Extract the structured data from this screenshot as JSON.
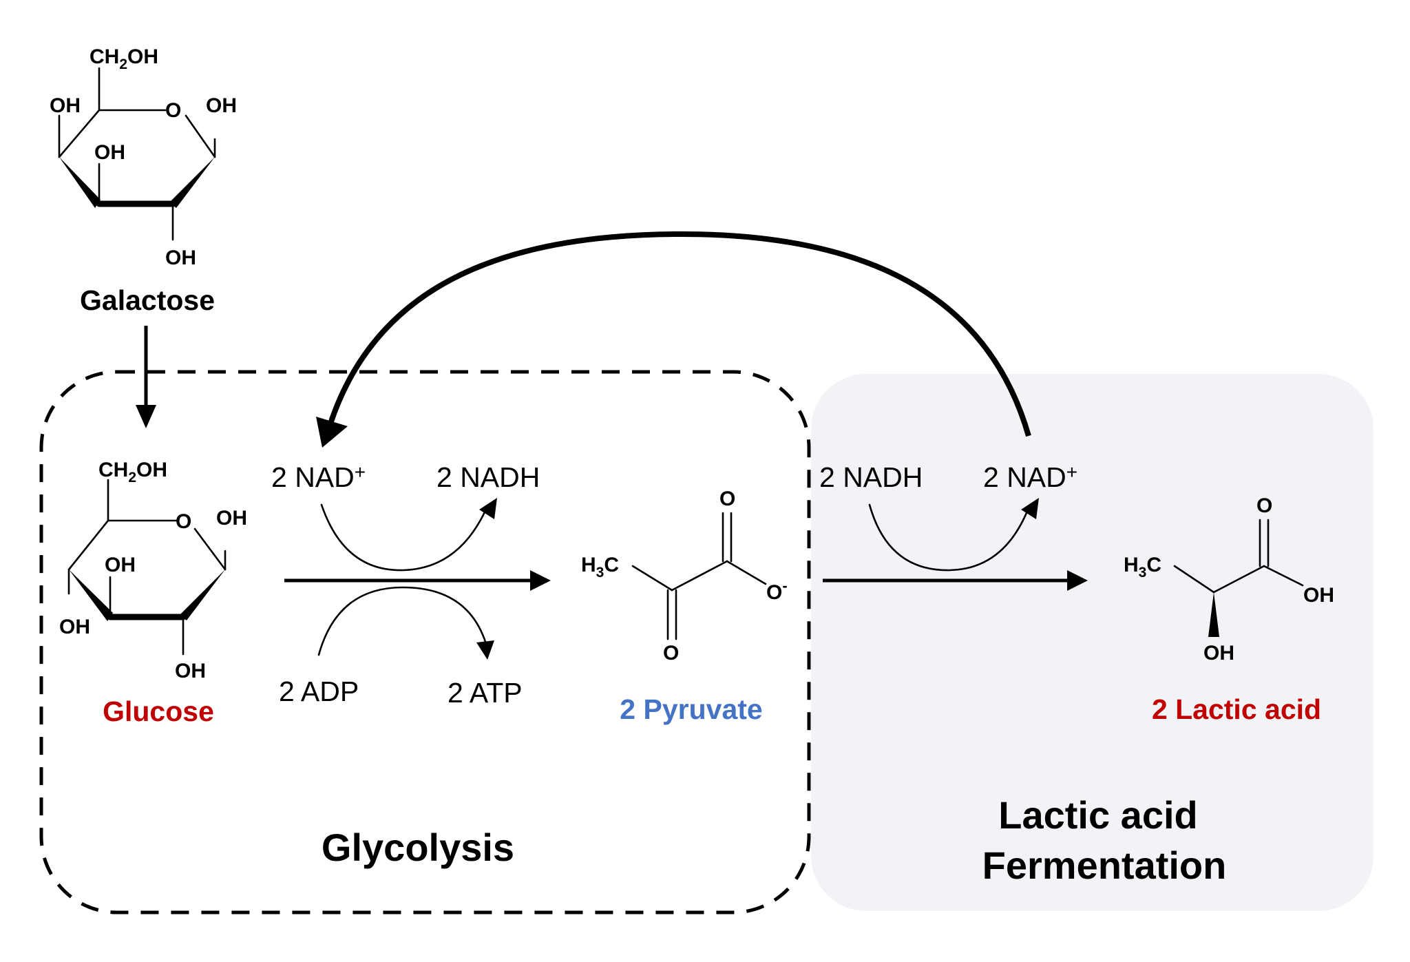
{
  "labels": {
    "galactose_name": "Galactose",
    "glucose_name": "Glucose",
    "pyruvate_name": "2 Pyruvate",
    "lactic_name": "2 Lactic acid",
    "glycolysis": "Glycolysis",
    "fermentation_line1": "Lactic acid",
    "fermentation_line2": "Fermentation"
  },
  "cofactors": {
    "glycolysis_nad": "2 NAD",
    "glycolysis_nadh": "2 NADH",
    "glycolysis_adp": "2 ADP",
    "glycolysis_atp": "2 ATP",
    "ferm_nadh": "2 NADH",
    "ferm_nad": "2 NAD",
    "plus_sign": "+"
  },
  "atoms": {
    "oh": "OH",
    "o": "O",
    "ch2": "CH",
    "ch2_sub": "2",
    "h3c_h": "H",
    "h3c_sub": "3",
    "h3c_c": "C",
    "minus": "-"
  },
  "colors": {
    "glucose": "#c00000",
    "pyruvate": "#4472c4",
    "lactic": "#c00000",
    "fermentation_bg": "#f2f3f7",
    "ink": "#000000"
  }
}
